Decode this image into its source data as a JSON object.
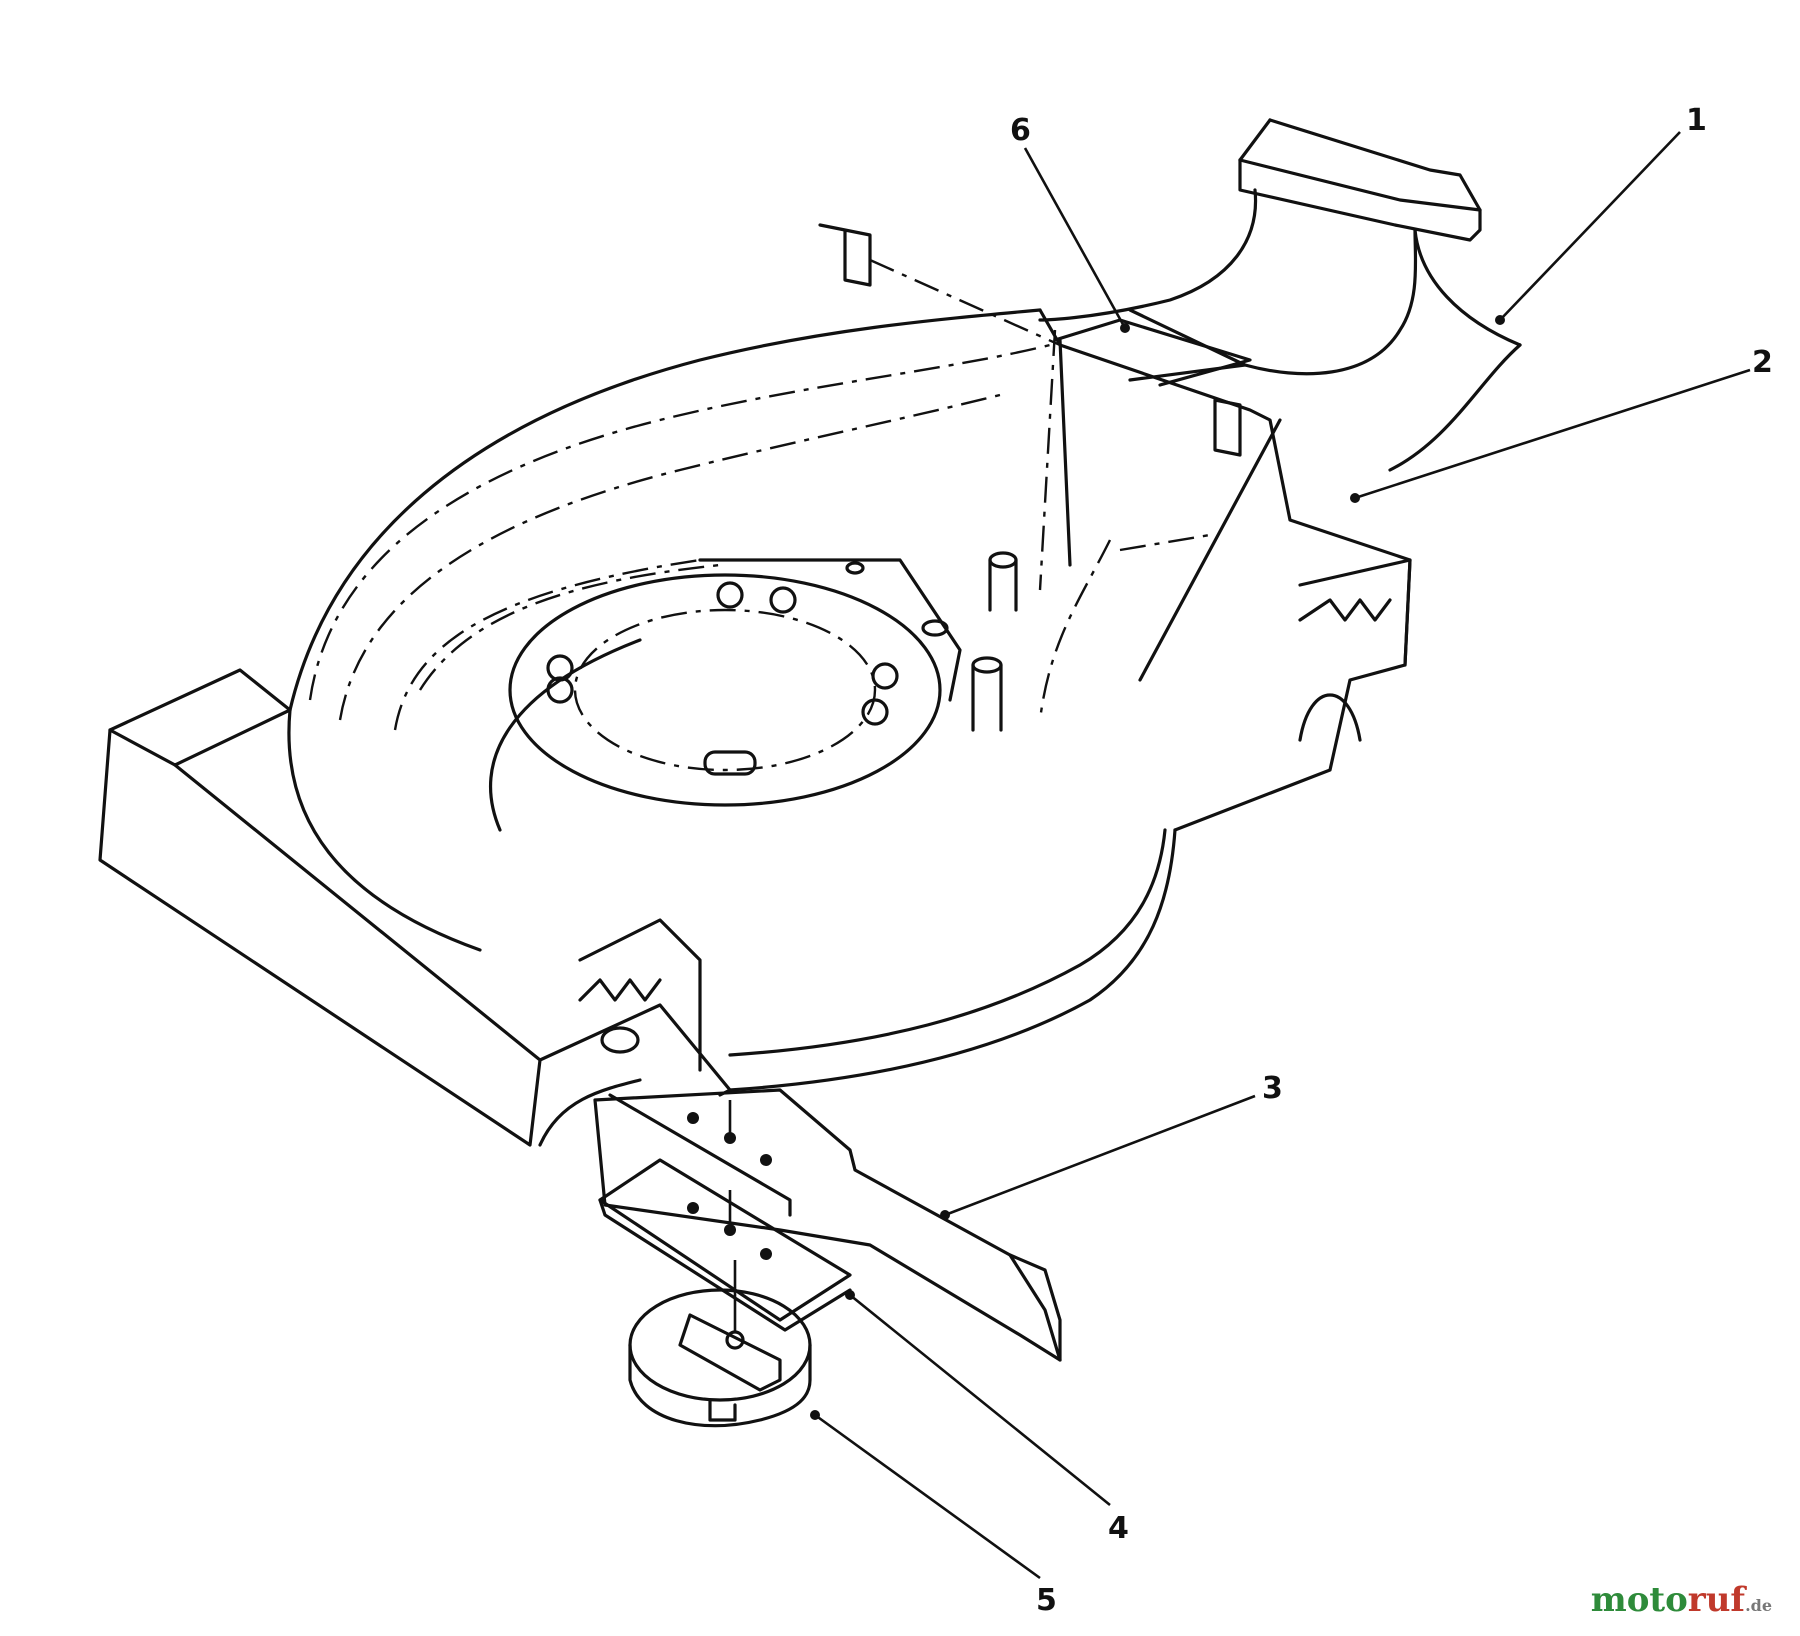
{
  "callouts": [
    {
      "id": 1,
      "label": "1"
    },
    {
      "id": 2,
      "label": "2"
    },
    {
      "id": 3,
      "label": "3"
    },
    {
      "id": 4,
      "label": "4"
    },
    {
      "id": 5,
      "label": "5"
    },
    {
      "id": 6,
      "label": "6"
    }
  ],
  "watermark": {
    "brand_a": "moto",
    "brand_b": "ruf",
    "suffix": ".de"
  },
  "colors": {
    "line": "#111111",
    "background": "#ffffff",
    "watermark_green": "#2e8b3a",
    "watermark_red": "#c0392b"
  }
}
